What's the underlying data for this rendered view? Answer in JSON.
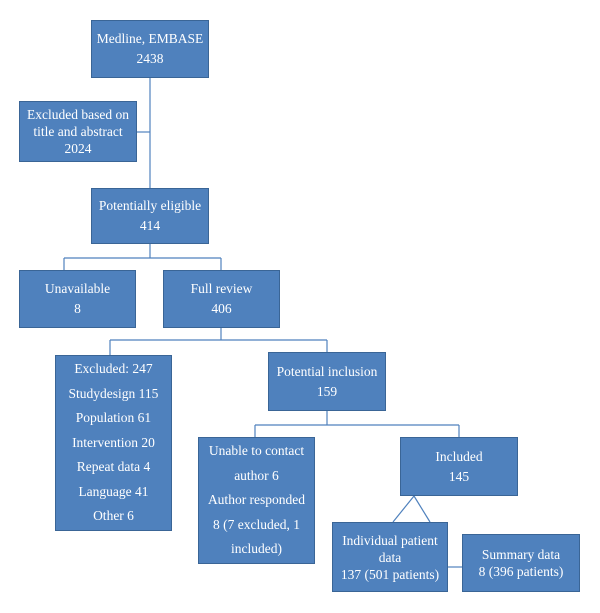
{
  "flowchart": {
    "boxes": {
      "medline": {
        "lines": [
          "Medline, EMBASE",
          "2438"
        ]
      },
      "excluded_title": {
        "lines": [
          "Excluded based on",
          "title and abstract",
          "2024"
        ]
      },
      "potentially_eligible": {
        "lines": [
          "Potentially eligible",
          "414"
        ]
      },
      "unavailable": {
        "lines": [
          "Unavailable",
          "8"
        ]
      },
      "full_review": {
        "lines": [
          "Full review",
          "406"
        ]
      },
      "excluded_list": {
        "lines": [
          "Excluded: 247",
          "Studydesign 115",
          "Population 61",
          "Intervention 20",
          "Repeat data 4",
          "Language 41",
          "Other 6"
        ]
      },
      "potential_inclusion": {
        "lines": [
          "Potential inclusion",
          "159"
        ]
      },
      "unable_contact": {
        "lines": [
          "Unable to contact",
          "author 6",
          "Author responded",
          "8 (7 excluded, 1",
          "included)"
        ]
      },
      "included": {
        "lines": [
          "Included",
          "145"
        ]
      },
      "individual_data": {
        "lines": [
          "Individual patient",
          "data",
          "137 (501 patients)"
        ]
      },
      "summary_data": {
        "lines": [
          "Summary data",
          "8 (396 patients)"
        ]
      }
    }
  }
}
